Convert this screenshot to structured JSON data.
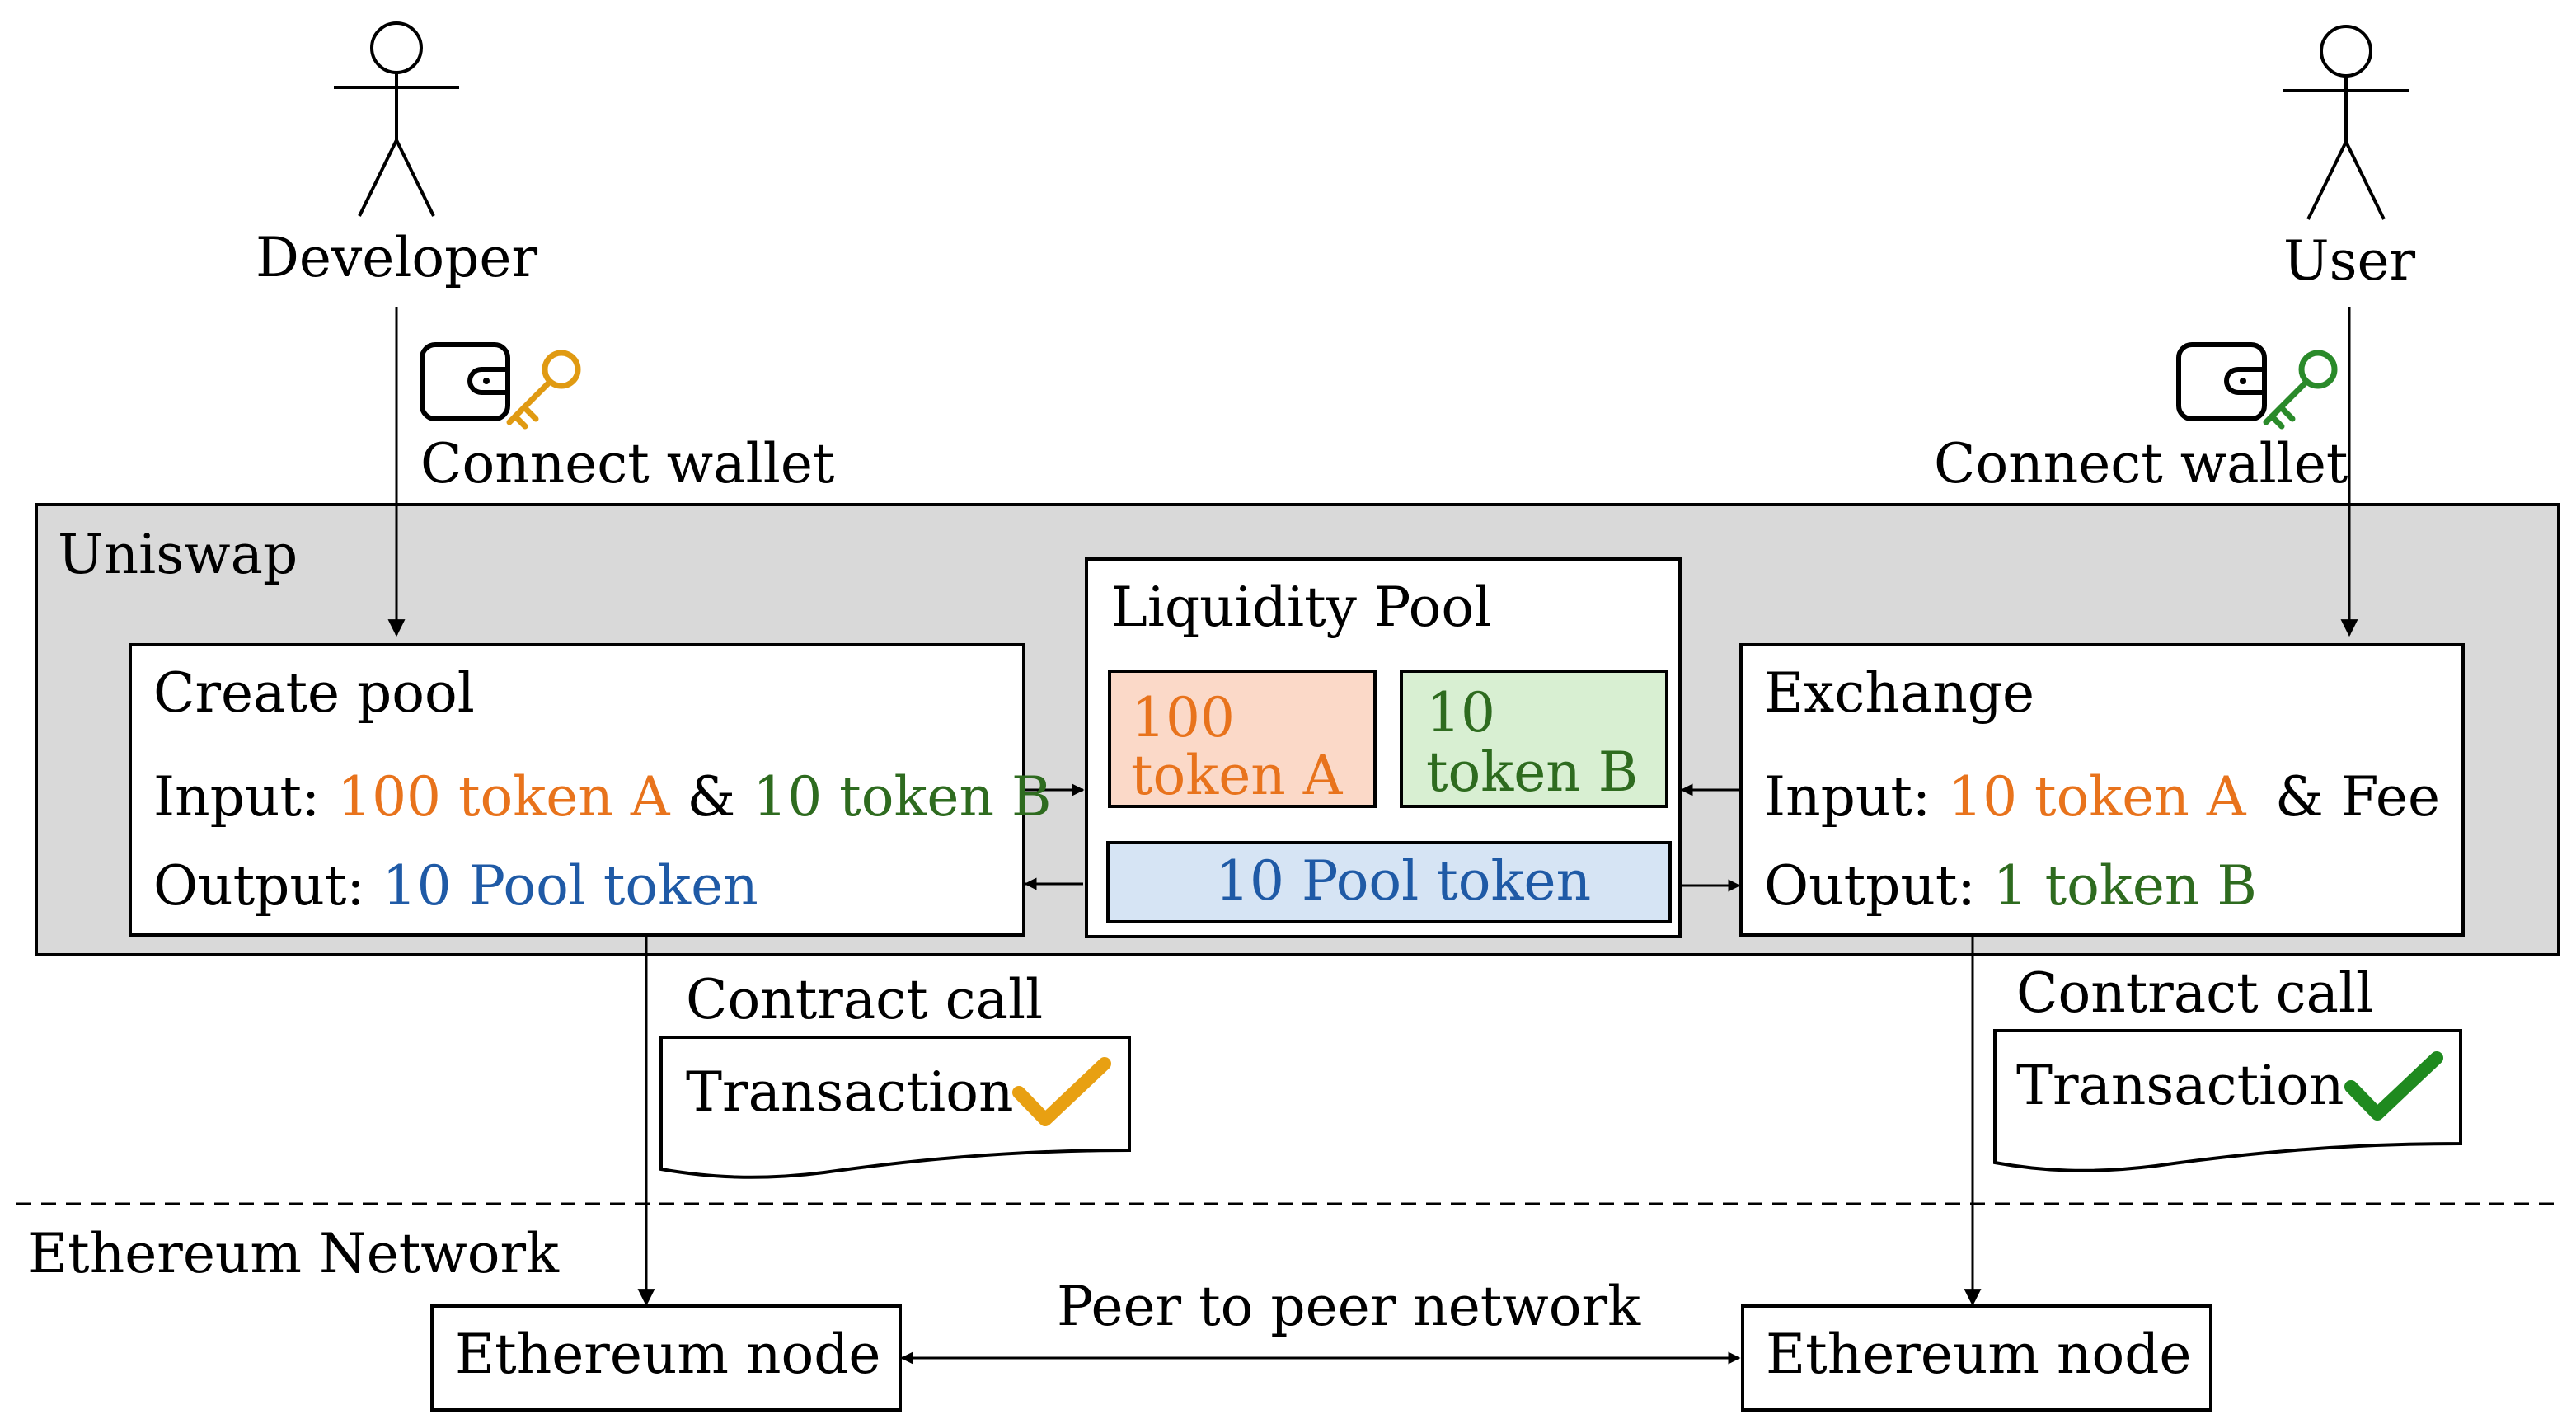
{
  "colors": {
    "orange": "#e8731c",
    "green": "#2e6b1f",
    "blue": "#1f5aa6",
    "key_orange": "#e09a12",
    "key_green": "#2a8a2a",
    "check_orange": "#e8a012",
    "check_green": "#1f8a1f",
    "panel_gray": "#d9d9d9",
    "token_a_fill": "#fbd9c8",
    "token_b_fill": "#d8efd2",
    "pool_fill": "#d6e4f4"
  },
  "actors": {
    "developer": {
      "label": "Developer",
      "icon": "stick-figure-icon"
    },
    "user": {
      "label": "User",
      "icon": "stick-figure-icon"
    }
  },
  "wallet": {
    "developer_label": "Connect wallet",
    "user_label": "Connect wallet",
    "icons": [
      "wallet-icon",
      "key-icon"
    ]
  },
  "uniswap": {
    "title": "Uniswap",
    "create_pool": {
      "title": "Create pool",
      "input_prefix": "Input: ",
      "input_token_a": "100 token A",
      "input_amp": "&",
      "input_token_b": "10 token B",
      "output_prefix": "Output: ",
      "output_pool": "10 Pool token"
    },
    "liquidity_pool": {
      "title": "Liquidity Pool",
      "token_a_line1": "100",
      "token_a_line2": "token A",
      "token_b_line1": "10",
      "token_b_line2": "token B",
      "pool_token": "10 Pool token"
    },
    "exchange": {
      "title": "Exchange",
      "input_prefix": "Input: ",
      "input_token_a": "10 token A",
      "input_fee": "& Fee",
      "output_prefix": "Output: ",
      "output_token_b": "1 token B"
    }
  },
  "contract": {
    "left_label": "Contract call",
    "left_tx": "Transaction",
    "right_label": "Contract call",
    "right_tx": "Transaction",
    "icon": "checkmark-icon"
  },
  "network": {
    "title": "Ethereum Network",
    "node_left": "Ethereum node",
    "node_right": "Ethereum node",
    "p2p_label": "Peer to peer network"
  }
}
